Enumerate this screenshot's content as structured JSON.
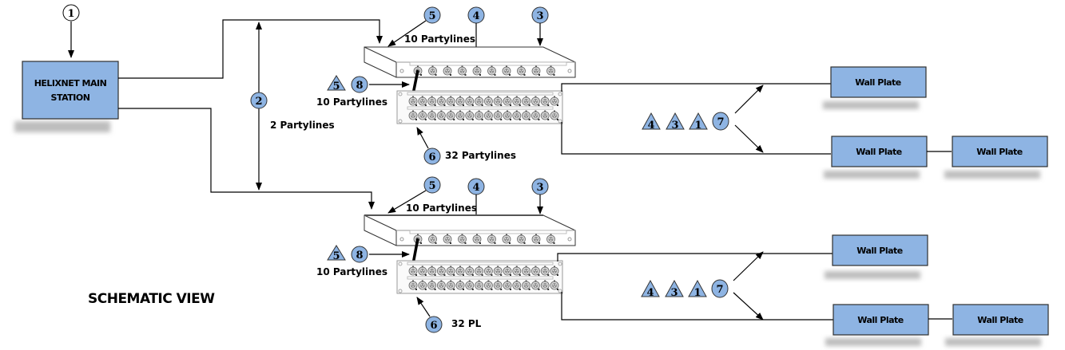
{
  "diagram": {
    "title": "SCHEMATIC VIEW",
    "colors": {
      "box_fill": "#8eb4e3",
      "callout_fill": "#8eb4e3",
      "line": "#000000",
      "shadow": "#bdbdbd"
    },
    "main_station": {
      "label_line1": "HELIXNET MAIN",
      "label_line2": "STATION",
      "callout": "1"
    },
    "trunk": {
      "callout": "2",
      "label": "2 Partylines"
    },
    "systems": [
      {
        "id": "upper",
        "top_unit_label": "10 Partylines",
        "callouts_top": [
          "5",
          "4",
          "3"
        ],
        "link_callout_triangle": "5",
        "link_callout_circle": "8",
        "link_label": "10 Partylines",
        "panel_callout": "6",
        "panel_label": "32 Partylines",
        "branch_triangles": [
          "4",
          "3",
          "1"
        ],
        "branch_circle": "7",
        "wall_plates": [
          "Wall Plate",
          "Wall Plate",
          "Wall Plate"
        ]
      },
      {
        "id": "lower",
        "top_unit_label": "10 Partylines",
        "callouts_top": [
          "5",
          "4",
          "3"
        ],
        "link_callout_triangle": "5",
        "link_callout_circle": "8",
        "link_label": "10 Partylines",
        "panel_callout": "6",
        "panel_label": "32 PL",
        "branch_triangles": [
          "4",
          "3",
          "1"
        ],
        "branch_circle": "7",
        "wall_plates": [
          "Wall Plate",
          "Wall Plate",
          "Wall Plate"
        ]
      }
    ]
  }
}
